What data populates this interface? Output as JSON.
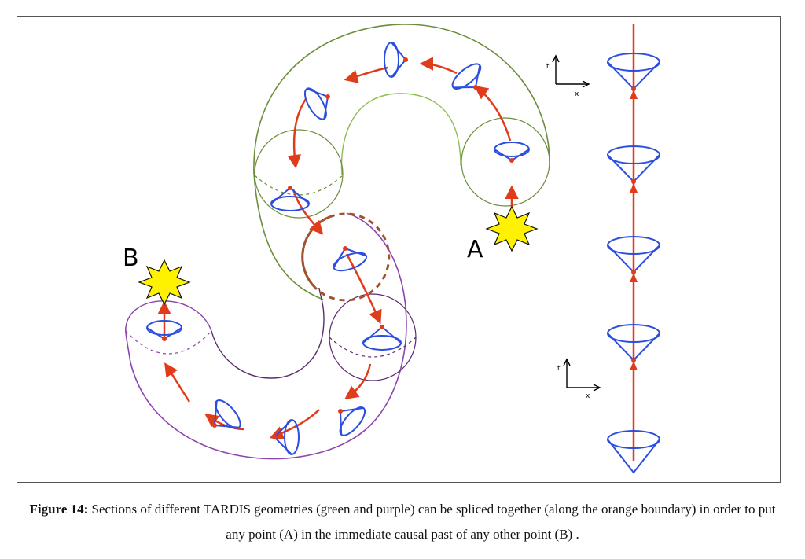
{
  "diagram": {
    "point_a_label": "A",
    "point_b_label": "B",
    "axes_top": {
      "t_label": "t",
      "x_label": "x"
    },
    "axes_bottom": {
      "t_label": "t",
      "x_label": "x"
    },
    "colors": {
      "green_geometry": "#6b8e3a",
      "green_inner": "#8dbb55",
      "purple_geometry": "#8e44ad",
      "purple_inner": "#5b2c6f",
      "orange_boundary": "#a0522d",
      "worldline": "#e03c1c",
      "light_cone": "#2b4ee0",
      "event_burst": "#fff200"
    }
  },
  "caption": {
    "label": "Figure 14:",
    "text": " Sections of different TARDIS geometries (green and purple) can be spliced together (along the orange boundary) in order to put any point (A) in the immediate causal past of any other point (B) ."
  }
}
